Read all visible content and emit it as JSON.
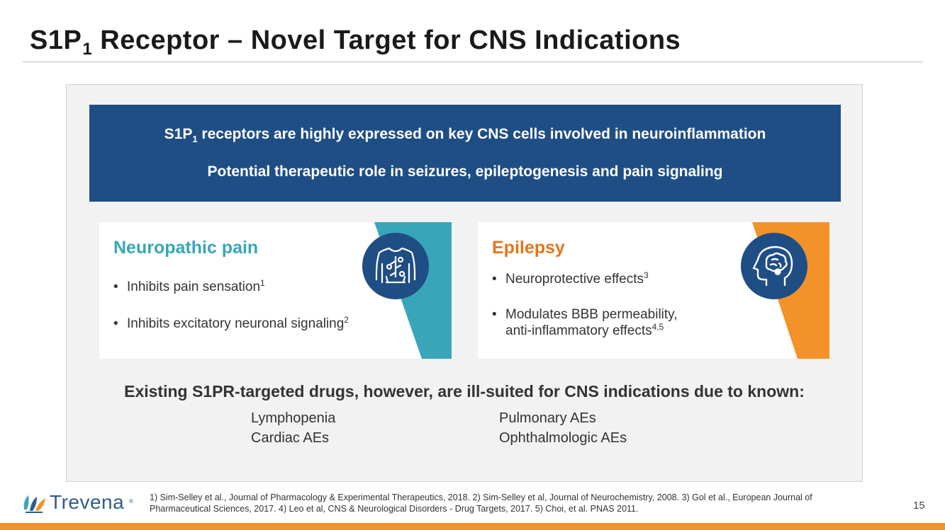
{
  "slide": {
    "title_main": "S1P",
    "title_sub": "1",
    "title_rest": " Receptor – Novel Target for CNS Indications",
    "page_number": "15"
  },
  "banner": {
    "line1_a": "S1P",
    "line1_sub": "1",
    "line1_b": " receptors are highly expressed on key CNS cells involved in neuroinflammation",
    "line2": "Potential therapeutic role in seizures, epileptogenesis and pain signaling"
  },
  "cards": {
    "pain": {
      "heading": "Neuropathic pain",
      "accent_color": "#38a6b8",
      "icon": "nervous-system-body-icon",
      "bullets": [
        {
          "text": "Inhibits pain sensation",
          "ref": "1"
        },
        {
          "text": "Inhibits excitatory neuronal signaling",
          "ref": "2"
        }
      ]
    },
    "epilepsy": {
      "heading": "Epilepsy",
      "accent_color": "#f39229",
      "icon": "brain-head-icon",
      "bullets": [
        {
          "text": "Neuroprotective effects",
          "ref": "3"
        },
        {
          "text": "Modulates BBB permeability,",
          "text2": "anti-inflammatory effects",
          "ref": "4,5"
        }
      ]
    }
  },
  "drugs": {
    "heading": "Existing S1PR-targeted drugs, however, are ill-suited for CNS indications due to known:",
    "items": [
      "Lymphopenia",
      "Cardiac AEs",
      "Pulmonary AEs",
      "Ophthalmologic AEs"
    ]
  },
  "footer": {
    "logo_text": "Trevena",
    "logo_mark": "®",
    "references_line1": "1) Sim-Selley et al., Journal of Pharmacology & Experimental Therapeutics, 2018. 2) Sim-Selley et al, Journal of Neurochemistry, 2008. 3) Gol et al., European Journal of",
    "references_line2": "Pharmaceutical Sciences, 2017. 4) Leo et al, CNS & Neurological Disorders - Drug Targets, 2017. 5) Choi, et al. PNAS 2011."
  },
  "colors": {
    "navy": "#1f4e85",
    "teal": "#38a6b8",
    "orange": "#f39229",
    "panel_bg": "#f2f2f2"
  }
}
